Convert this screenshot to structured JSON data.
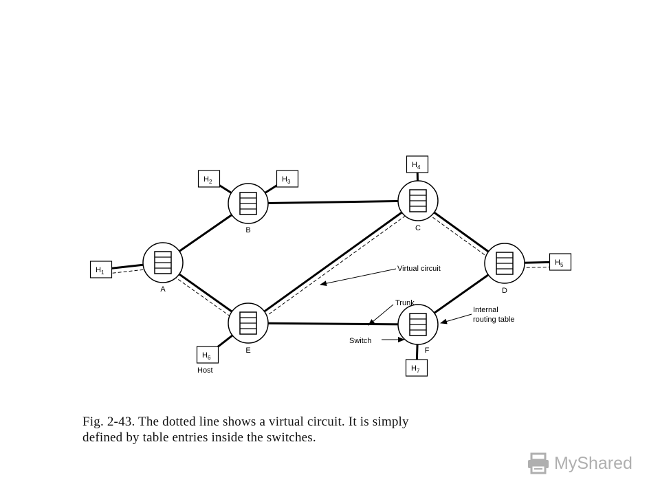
{
  "diagram": {
    "switches": [
      {
        "id": "A",
        "label": "A"
      },
      {
        "id": "B",
        "label": "B"
      },
      {
        "id": "C",
        "label": "C"
      },
      {
        "id": "D",
        "label": "D"
      },
      {
        "id": "E",
        "label": "E"
      },
      {
        "id": "F",
        "label": "F"
      }
    ],
    "hosts": [
      {
        "id": "H1",
        "letter": "H",
        "sub": "1",
        "switch": "A"
      },
      {
        "id": "H2",
        "letter": "H",
        "sub": "2",
        "switch": "B"
      },
      {
        "id": "H3",
        "letter": "H",
        "sub": "3",
        "switch": "B"
      },
      {
        "id": "H4",
        "letter": "H",
        "sub": "4",
        "switch": "C"
      },
      {
        "id": "H5",
        "letter": "H",
        "sub": "5",
        "switch": "D"
      },
      {
        "id": "H6",
        "letter": "H",
        "sub": "6",
        "switch": "E"
      },
      {
        "id": "H7",
        "letter": "H",
        "sub": "7",
        "switch": "F"
      }
    ],
    "trunks": [
      [
        "A",
        "B"
      ],
      [
        "A",
        "E"
      ],
      [
        "B",
        "C"
      ],
      [
        "C",
        "E"
      ],
      [
        "C",
        "D"
      ],
      [
        "D",
        "F"
      ],
      [
        "E",
        "F"
      ]
    ],
    "virtual_circuit_path": [
      "H1",
      "A",
      "E",
      "C",
      "D",
      "H5"
    ],
    "annotations": {
      "virtual_circuit": "Virtual circuit",
      "trunk": "Trunk",
      "internal_routing_table_line1": "Internal",
      "internal_routing_table_line2": "routing table",
      "switch": "Switch",
      "host": "Host"
    }
  },
  "caption": {
    "line1": "Fig. 2-43. The dotted line shows a virtual circuit. It is simply",
    "line2": "defined by table entries inside the switches."
  },
  "watermark": {
    "text": "MyShared",
    "icon": "printer-icon"
  }
}
